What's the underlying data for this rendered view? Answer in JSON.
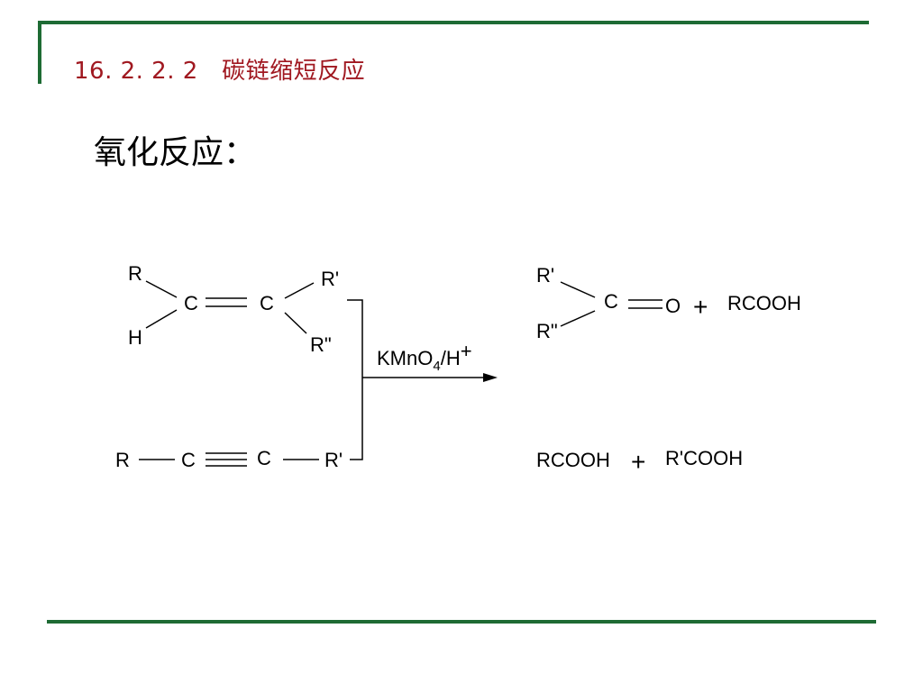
{
  "slide": {
    "section_number": "16. 2. 2. 2",
    "section_title": "碳链缩短反应",
    "subtitle": "氧化反应："
  },
  "alkene": {
    "atom_r": "R",
    "atom_h": "H",
    "atom_c1": "C",
    "atom_c2": "C",
    "atom_r1": "R'",
    "atom_r2": "R\""
  },
  "alkyne": {
    "atom_r": "R",
    "atom_c1": "C",
    "atom_c2": "C",
    "atom_r1": "R'"
  },
  "reagent": {
    "main": "KMnO",
    "subscript": "4",
    "acid": "/H",
    "charge": "+"
  },
  "product1": {
    "atom_r1": "R'",
    "atom_r2": "R\"",
    "atom_c": "C",
    "atom_o": "O",
    "plus": "+",
    "acid": "RCOOH"
  },
  "product2": {
    "acid1": "RCOOH",
    "plus": "+",
    "acid2": "R'COOH"
  }
}
